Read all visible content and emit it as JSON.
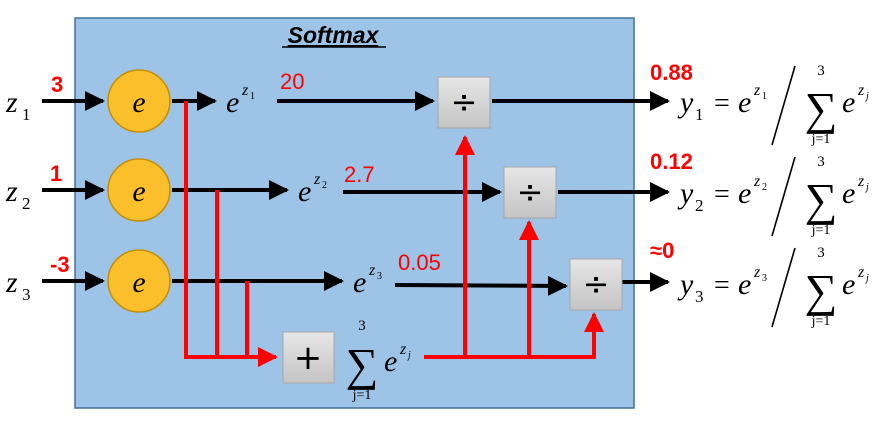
{
  "diagram": {
    "title": "Softmax",
    "inputs": [
      {
        "symbol": "z",
        "index": "1",
        "value": "3"
      },
      {
        "symbol": "z",
        "index": "2",
        "value": "1"
      },
      {
        "symbol": "z",
        "index": "3",
        "value": "-3"
      }
    ],
    "exp_label": "e",
    "exp_terms": [
      {
        "base": "e",
        "sup": "z",
        "sub": "1",
        "value": "20"
      },
      {
        "base": "e",
        "sup": "z",
        "sub": "2",
        "value": "2.7"
      },
      {
        "base": "e",
        "sup": "z",
        "sub": "3",
        "value": "0.05"
      }
    ],
    "sum_op": "+",
    "sum_term": {
      "sigma": "∑",
      "upper": "3",
      "lower": "j=1",
      "base": "e",
      "sup": "z",
      "sup_sub": "j"
    },
    "divide_op": "÷",
    "outputs": [
      {
        "symbol": "y",
        "index": "1",
        "value": "0.88",
        "eq": "=",
        "num_base": "e",
        "num_sup": "z",
        "num_sub": "1",
        "sigma": "∑",
        "upper": "3",
        "lower": "j=1",
        "den_base": "e",
        "den_sup": "z",
        "den_sub": "j"
      },
      {
        "symbol": "y",
        "index": "2",
        "value": "0.12",
        "eq": "=",
        "num_base": "e",
        "num_sup": "z",
        "num_sub": "2",
        "sigma": "∑",
        "upper": "3",
        "lower": "j=1",
        "den_base": "e",
        "den_sup": "z",
        "den_sub": "j"
      },
      {
        "symbol": "y",
        "index": "3",
        "value": "≈0",
        "eq": "=",
        "num_base": "e",
        "num_sup": "z",
        "num_sub": "3",
        "sigma": "∑",
        "upper": "3",
        "lower": "j=1",
        "den_base": "e",
        "den_sup": "z",
        "den_sub": "j"
      }
    ]
  },
  "colors": {
    "panel_fill": "#9dc3e6",
    "panel_stroke": "#41719c",
    "node_fill": "#fbbf2c",
    "node_stroke": "#c58f00",
    "op_fill": "#d0d0d0",
    "op_stroke": "#a6a6a6",
    "flow": "#000000",
    "sum_flow": "#ff0000"
  }
}
